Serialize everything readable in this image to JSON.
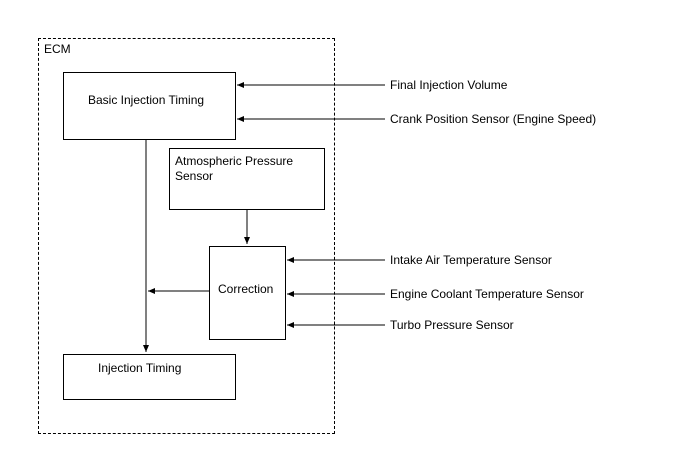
{
  "ecm": {
    "label": "ECM"
  },
  "blocks": {
    "basic_injection_timing": "Basic Injection Timing",
    "atmospheric_pressure_sensor": "Atmospheric Pressure Sensor",
    "correction": "Correction",
    "injection_timing": "Injection Timing"
  },
  "inputs": {
    "final_injection_volume": "Final Injection Volume",
    "crank_position_sensor": "Crank Position Sensor (Engine Speed)",
    "intake_air_temperature_sensor": "Intake Air Temperature Sensor",
    "engine_coolant_temperature_sensor": "Engine Coolant Temperature Sensor",
    "turbo_pressure_sensor": "Turbo Pressure Sensor"
  }
}
